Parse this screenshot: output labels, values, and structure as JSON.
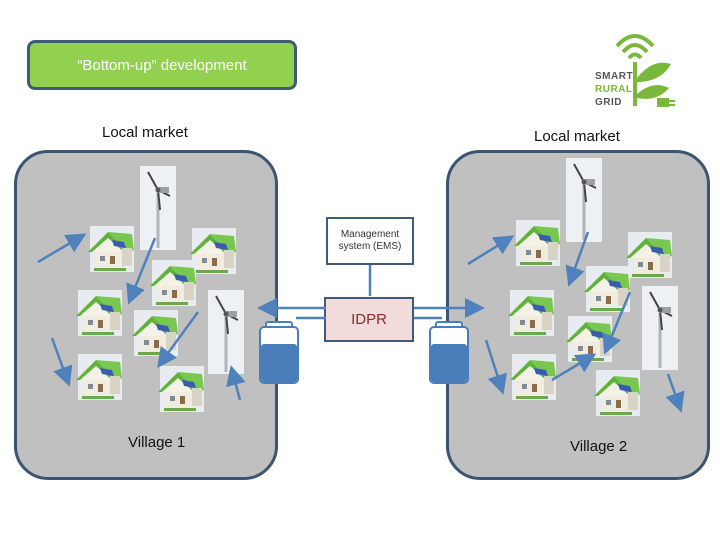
{
  "title": "“Bottom-up” development",
  "villages": [
    {
      "name": "Village 1",
      "market": "Local market"
    },
    {
      "name": "Village 2",
      "market": "Local market"
    }
  ],
  "ems": {
    "line1": "Management",
    "line2": "system (EMS)"
  },
  "idpr": "IDPR",
  "logo": {
    "line1": "SMART",
    "line2": "RURAL",
    "line3": "GRID"
  },
  "colors": {
    "green": "#92d050",
    "border": "#3f5b7a",
    "village_bg": "#c0c0c0",
    "arrow": "#4f81bd",
    "battery": "#4a7ebb",
    "idpr_bg": "#f2dcdb"
  }
}
